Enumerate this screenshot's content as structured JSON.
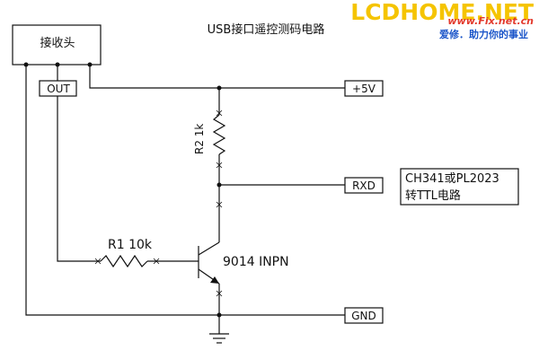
{
  "title": "USB接口遥控测码电路",
  "watermark": {
    "logo": "LCDHOME.NET",
    "url": "www.Fix.net.cn",
    "slogan": "爱修．助力你的事业",
    "logo_color": "#f5c400",
    "url_color": "#e33b2e"
  },
  "receiver": {
    "label": "接收头",
    "out_label": "OUT"
  },
  "r1": {
    "label": "R1 10k"
  },
  "r2": {
    "label": "R2 1k"
  },
  "transistor": {
    "label": "9014 INPN"
  },
  "terminals": {
    "vcc": "+5V",
    "rxd": "RXD",
    "gnd": "GND"
  },
  "note": {
    "line1": "CH341或PL2023",
    "line2": "转TTL电路"
  }
}
